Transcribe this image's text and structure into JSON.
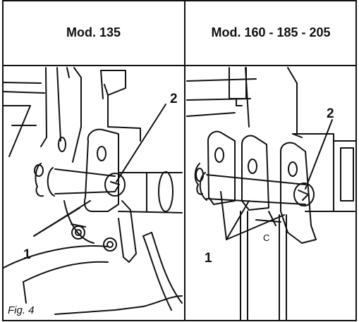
{
  "table": {
    "col_left_header": "Mod. 135",
    "col_right_header": "Mod. 160 - 185 - 205"
  },
  "left_panel": {
    "callout_1": "1",
    "callout_2": "2"
  },
  "right_panel": {
    "callout_1": "1",
    "callout_2": "2",
    "callout_c": "C"
  },
  "caption": "Fig. 4"
}
